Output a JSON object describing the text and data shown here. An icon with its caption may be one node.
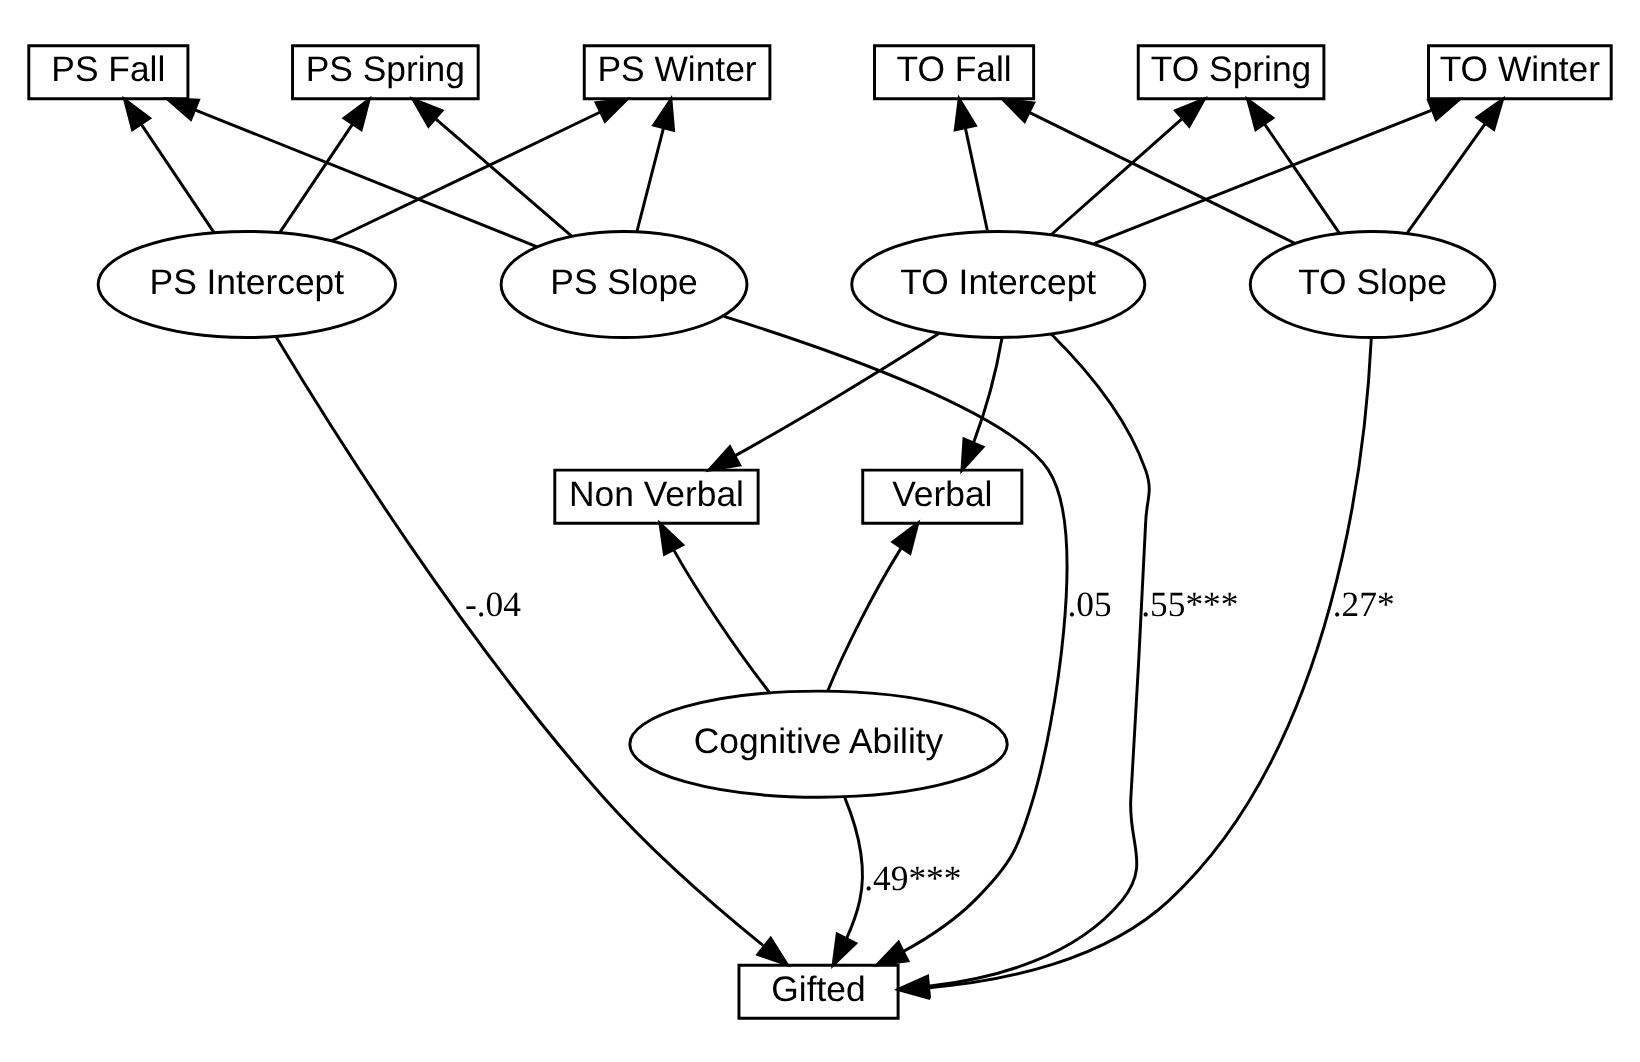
{
  "diagram": {
    "nodes": [
      {
        "text": [
          "PS Fall"
        ]
      },
      {
        "text": [
          "PS Spring"
        ]
      },
      {
        "text": [
          "PS Winter"
        ]
      },
      {
        "text": [
          "TO Fall"
        ]
      },
      {
        "text": [
          "TO Spring"
        ]
      },
      {
        "text": [
          "TO Winter"
        ]
      },
      {
        "text": [
          "PS Intercept"
        ]
      },
      {
        "text": [
          "PS Slope"
        ]
      },
      {
        "text": [
          "TO Intercept"
        ]
      },
      {
        "text": [
          "TO Slope"
        ]
      },
      {
        "text": [
          "Non Verbal"
        ]
      },
      {
        "text": [
          "Verbal"
        ]
      },
      {
        "text": [
          "Cognitive Ability"
        ]
      },
      {
        "text": [
          "Gifted"
        ]
      }
    ],
    "edges": [
      {
        "from": 6,
        "to": 0,
        "arrow": "to"
      },
      {
        "from": 6,
        "to": 1,
        "arrow": "to"
      },
      {
        "from": 6,
        "to": 2,
        "arrow": "to"
      },
      {
        "from": 7,
        "to": 0,
        "arrow": "to"
      },
      {
        "from": 7,
        "to": 1,
        "arrow": "to"
      },
      {
        "from": 7,
        "to": 2,
        "arrow": "to"
      },
      {
        "from": 8,
        "to": 3,
        "arrow": "to"
      },
      {
        "from": 8,
        "to": 4,
        "arrow": "to"
      },
      {
        "from": 8,
        "to": 5,
        "arrow": "to"
      },
      {
        "from": 9,
        "to": 3,
        "arrow": "to"
      },
      {
        "from": 9,
        "to": 4,
        "arrow": "to"
      },
      {
        "from": 9,
        "to": 5,
        "arrow": "to"
      },
      {
        "from": 8,
        "to": 10,
        "arrow": "to"
      },
      {
        "from": 8,
        "to": 11,
        "arrow": "to"
      },
      {
        "from": 12,
        "to": 10,
        "arrow": "to"
      },
      {
        "from": 12,
        "to": 11,
        "arrow": "to"
      },
      {
        "from": 6,
        "to": 13,
        "arrow": "to",
        "label": "-.04"
      },
      {
        "from": 7,
        "to": 13,
        "arrow": "to",
        "label": ".05"
      },
      {
        "from": 12,
        "to": 13,
        "arrow": "to",
        "label": ".49***"
      },
      {
        "from": 8,
        "to": 13,
        "arrow": "to",
        "label": ".55***"
      },
      {
        "from": 9,
        "to": 13,
        "arrow": "to",
        "label": ".27*"
      }
    ]
  }
}
